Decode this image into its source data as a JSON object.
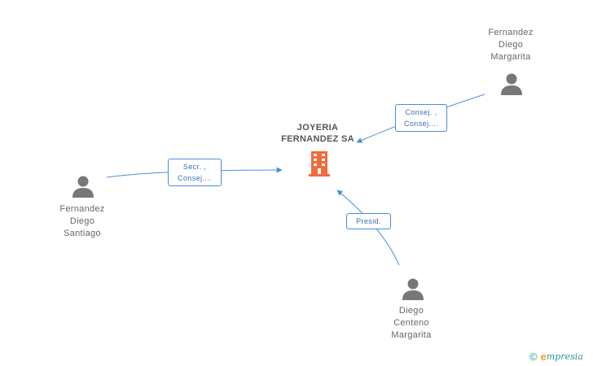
{
  "company": {
    "name_line1": "JOYERIA",
    "name_line2": "FERNANDEZ SA"
  },
  "people": [
    {
      "id": "fernandez-diego-margarita",
      "lines": [
        "Fernandez",
        "Diego",
        "Margarita"
      ]
    },
    {
      "id": "fernandez-diego-santiago",
      "lines": [
        "Fernandez",
        "Diego",
        "Santiago"
      ]
    },
    {
      "id": "diego-centeno-margarita",
      "lines": [
        "Diego",
        "Centeno",
        "Margarita"
      ]
    }
  ],
  "relations": [
    {
      "from": "fernandez-diego-margarita",
      "lines": [
        "Consej. ,",
        "Consej...."
      ]
    },
    {
      "from": "fernandez-diego-santiago",
      "lines": [
        "Secr. ,",
        "Consej...."
      ]
    },
    {
      "from": "diego-centeno-margarita",
      "lines": [
        "Presid."
      ]
    }
  ],
  "footer": {
    "copyright_symbol": "©",
    "brand_initial": "e",
    "brand_rest": "mpresia"
  },
  "colors": {
    "edge": "#4a8fd8",
    "label_text": "#3a6fb0",
    "person_icon": "#777777",
    "company_icon": "#f26b3a",
    "brand": "#2a9b8f",
    "brand_accent": "#f0a020"
  }
}
